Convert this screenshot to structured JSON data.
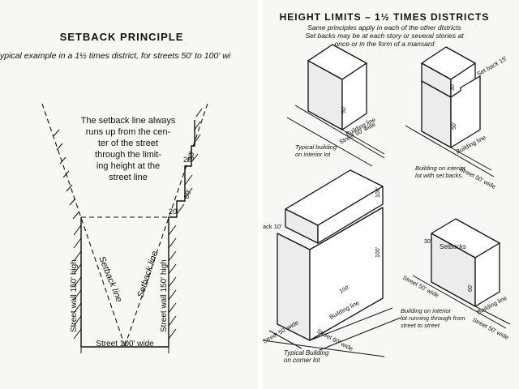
{
  "left": {
    "title": "SETBACK PRINCIPLE",
    "subtitle": "ypical example in a 1½ times district, for streets 50' to 100' wi",
    "note_lines": [
      "The setback line always",
      "runs up from the cen-",
      "ter of the street",
      "through the limit-",
      "ing height at the",
      "street line"
    ],
    "labels": {
      "street_width": "Street  100' wide",
      "wall_left": "Street wall 150' high",
      "setback_left": "Setback line",
      "setback_right": "Setback line",
      "wall_right": "Street wall 150' high",
      "dim_20": "20'",
      "dim_60": "60'",
      "dim_20_top": "20'",
      "dim_30": "30'"
    }
  },
  "right": {
    "title": "HEIGHT LIMITS  –  1½ TIMES DISTRICTS",
    "intro_lines": [
      "Same principles apply in each of the other districts",
      "Set backs may be at each story or several stories at",
      "once or in the form of a mansard"
    ],
    "fig1": {
      "height_mark": "50'",
      "building_line": "Building line",
      "street": "Street 50' wide",
      "caption_lines": [
        "Typical building",
        "on interior lot"
      ]
    },
    "fig2": {
      "top_mark": "30'",
      "set_back": "Set back 15'",
      "height_mark": "50'",
      "building_line": "Building line",
      "street": "Street 50' wide",
      "caption_lines": [
        "Building on interior",
        "lot with set backs."
      ]
    },
    "fig3": {
      "top_mark": "100'",
      "height_mark": "100'",
      "setback_mark": "ack 10'",
      "width_mark": "100'",
      "building_line": "Building line",
      "street_a": "Street 50' wide",
      "street_b": "Street 60' wide",
      "caption_lines": [
        "Typical Building",
        "on corner lot"
      ]
    },
    "fig4": {
      "setback_label": "Setbacks",
      "mark": "30'",
      "height_mark": "60'",
      "building_line": "Building line",
      "street_a": "Street 50' wide",
      "street_b": "Street 50' wide",
      "caption_lines": [
        "Building on interior",
        "lot running through from",
        "street to street"
      ]
    }
  }
}
